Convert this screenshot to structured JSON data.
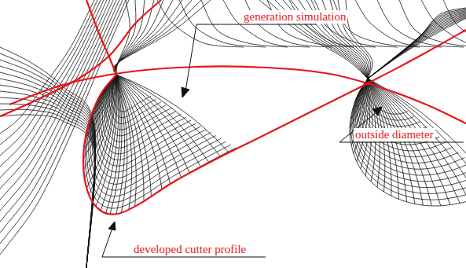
{
  "diagram": {
    "labels": [
      "generation simulation",
      "outside diameter",
      "developed cutter profile"
    ]
  }
}
